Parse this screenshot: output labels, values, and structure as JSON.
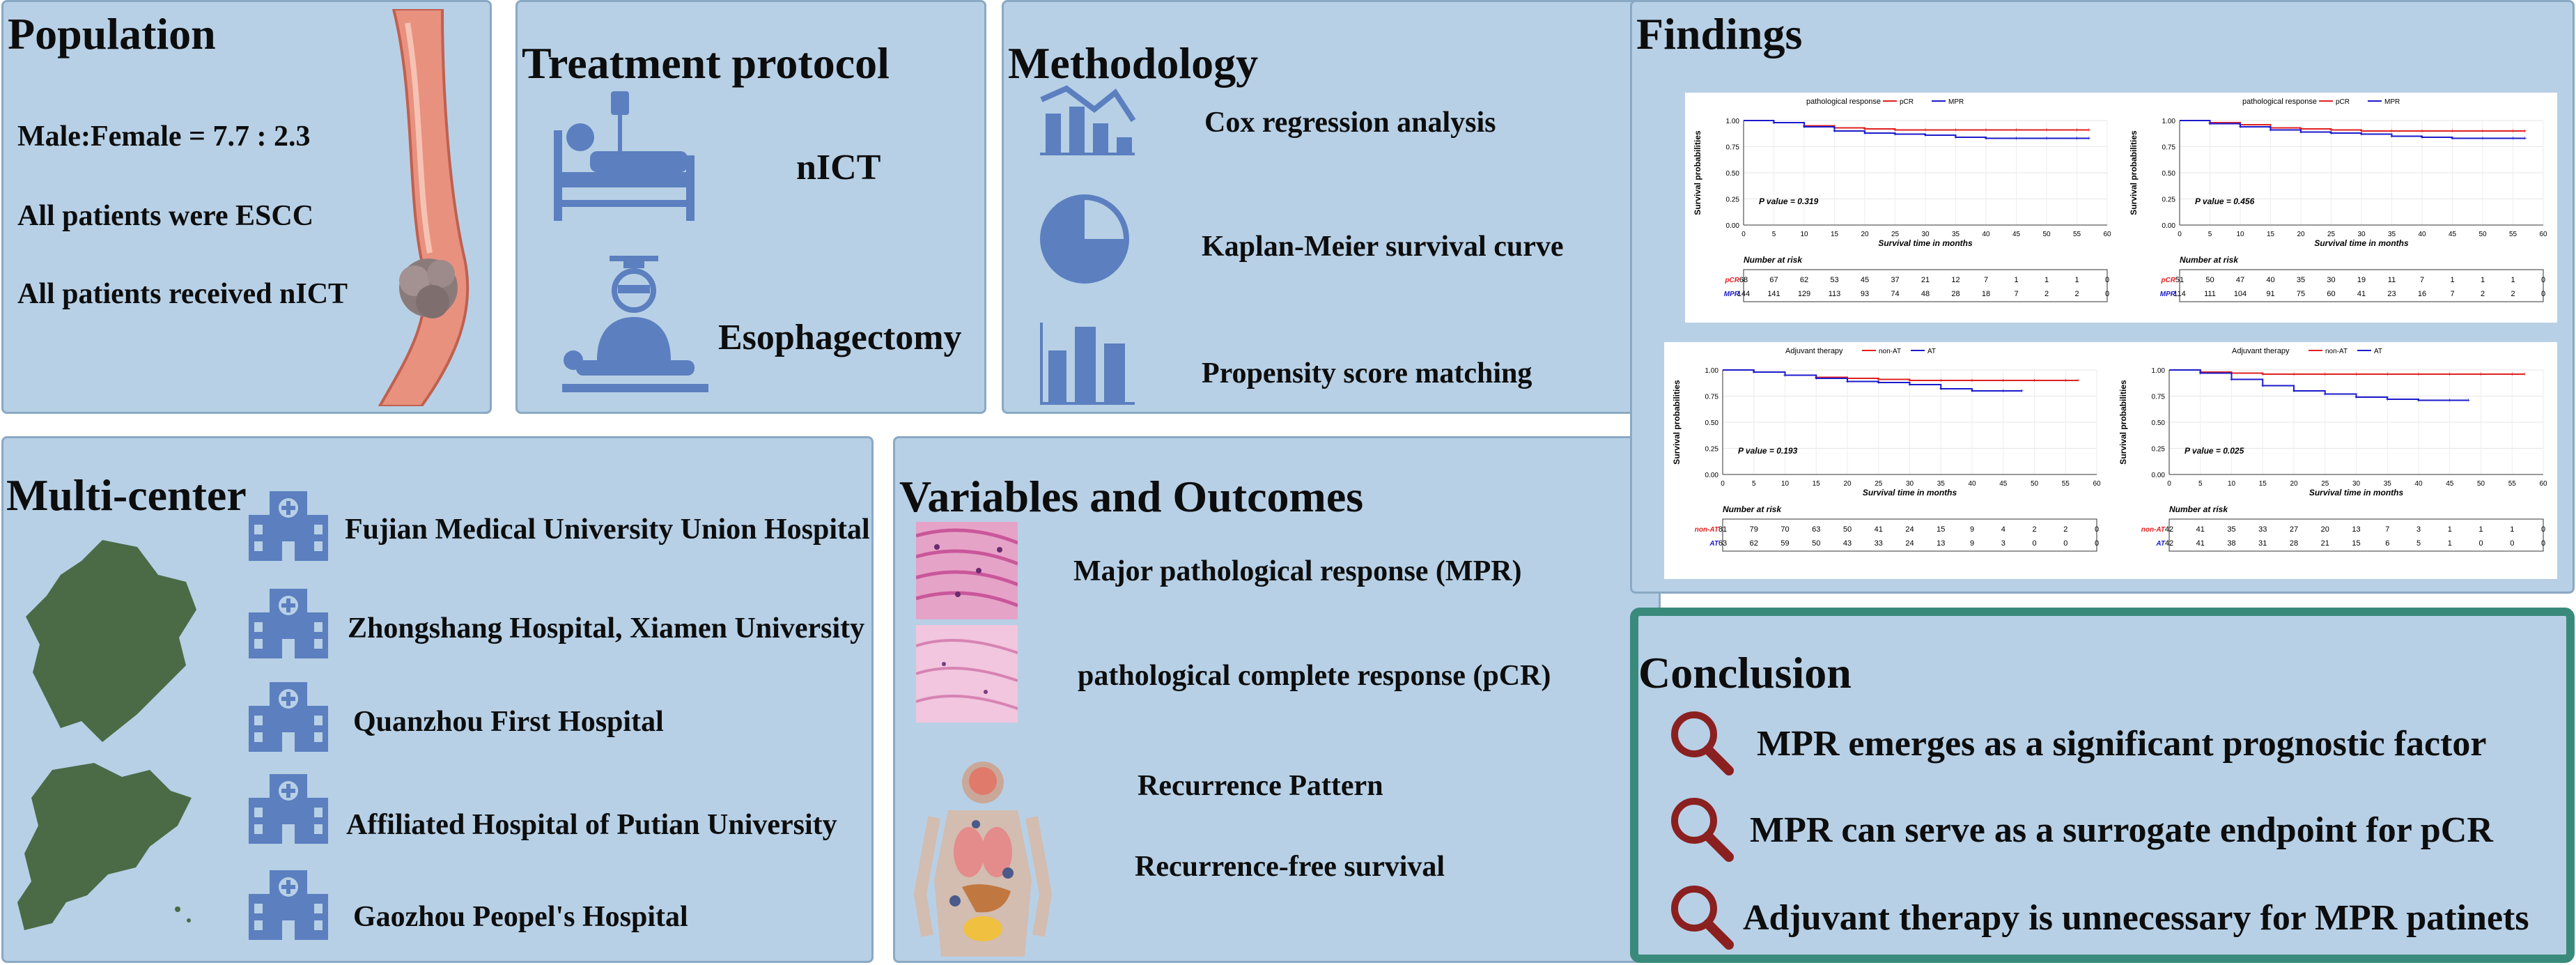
{
  "population": {
    "title": "Population",
    "ratio": "Male:Female = 7.7 : 2.3",
    "escc": "All patients were ESCC",
    "nict": "All patients received nICT"
  },
  "treatment": {
    "title": "Treatment protocol",
    "nict": "nICT",
    "surgery": "Esophagectomy"
  },
  "methodology": {
    "title": "Methodology",
    "items": [
      "Cox regression analysis",
      "Kaplan-Meier survival curve",
      "Propensity score matching"
    ]
  },
  "multicenter": {
    "title": "Multi-center",
    "hospitals": [
      "Fujian Medical University Union Hospital",
      "Zhongshang Hospital, Xiamen University",
      "Quanzhou First Hospital",
      "Affiliated Hospital of Putian University",
      "Gaozhou Peopel's Hospital"
    ]
  },
  "variables": {
    "title": "Variables and Outcomes",
    "items": [
      "Major pathological response (MPR)",
      "pathological complete response (pCR)",
      "Recurrence Pattern",
      "Recurrence-free survival"
    ]
  },
  "findings": {
    "title": "Findings"
  },
  "conclusion": {
    "title": "Conclusion",
    "items": [
      "MPR emerges as a significant prognostic factor",
      "MPR can serve as a surrogate endpoint for pCR",
      "Adjuvant therapy is unnecessary for MPR patinets"
    ]
  },
  "colors": {
    "panel": "#b7d0e6",
    "icon": "#5b7fbf",
    "map": "#4a6b46",
    "conclusion_border": "#3a8a7c",
    "series_red": "#e02020",
    "series_blue": "#1a1acc"
  },
  "chart_data": [
    {
      "type": "line",
      "legend_title": "pathological response",
      "series": [
        {
          "name": "pCR",
          "color": "#e02020",
          "x": [
            0,
            5,
            10,
            15,
            20,
            25,
            30,
            35,
            40,
            45,
            50,
            55,
            57
          ],
          "y": [
            1.0,
            0.98,
            0.95,
            0.93,
            0.92,
            0.91,
            0.91,
            0.91,
            0.91,
            0.91,
            0.91,
            0.91,
            0.91
          ]
        },
        {
          "name": "MPR",
          "color": "#1a1acc",
          "x": [
            0,
            5,
            10,
            15,
            20,
            25,
            30,
            35,
            40,
            45,
            50,
            55,
            57
          ],
          "y": [
            1.0,
            0.98,
            0.94,
            0.9,
            0.88,
            0.87,
            0.86,
            0.84,
            0.83,
            0.83,
            0.83,
            0.83,
            0.83
          ]
        }
      ],
      "xlabel": "Survival time in months",
      "ylabel": "Survival probabilities",
      "xticks": [
        "0",
        "5",
        "10",
        "15",
        "20",
        "25",
        "30",
        "35",
        "40",
        "45",
        "50",
        "55",
        "60"
      ],
      "yticks": [
        "0.00",
        "0.25",
        "0.50",
        "0.75",
        "1.00"
      ],
      "pvalue": "P value = 0.319",
      "risk_title": "Number at risk",
      "risk": [
        {
          "name": "pCR",
          "values": [
            "68",
            "67",
            "62",
            "53",
            "45",
            "37",
            "21",
            "12",
            "7",
            "1",
            "1",
            "1",
            "0"
          ]
        },
        {
          "name": "MPR",
          "values": [
            "144",
            "141",
            "129",
            "113",
            "93",
            "74",
            "48",
            "28",
            "18",
            "7",
            "2",
            "2",
            "0"
          ]
        }
      ]
    },
    {
      "type": "line",
      "legend_title": "pathological response",
      "series": [
        {
          "name": "pCR",
          "color": "#e02020",
          "x": [
            0,
            5,
            10,
            15,
            20,
            25,
            30,
            35,
            40,
            45,
            50,
            55,
            57
          ],
          "y": [
            1.0,
            0.98,
            0.96,
            0.93,
            0.92,
            0.91,
            0.9,
            0.9,
            0.9,
            0.9,
            0.9,
            0.9,
            0.9
          ]
        },
        {
          "name": "MPR",
          "color": "#1a1acc",
          "x": [
            0,
            5,
            10,
            15,
            20,
            25,
            30,
            35,
            40,
            45,
            50,
            55,
            57
          ],
          "y": [
            1.0,
            0.97,
            0.94,
            0.91,
            0.89,
            0.88,
            0.87,
            0.85,
            0.84,
            0.83,
            0.83,
            0.83,
            0.83
          ]
        }
      ],
      "xlabel": "Survival time in months",
      "ylabel": "Survival probabilities",
      "xticks": [
        "0",
        "5",
        "10",
        "15",
        "20",
        "25",
        "30",
        "35",
        "40",
        "45",
        "50",
        "55",
        "60"
      ],
      "yticks": [
        "0.00",
        "0.25",
        "0.50",
        "0.75",
        "1.00"
      ],
      "pvalue": "P value = 0.456",
      "risk_title": "Number at risk",
      "risk": [
        {
          "name": "pCR",
          "values": [
            "51",
            "50",
            "47",
            "40",
            "35",
            "30",
            "19",
            "11",
            "7",
            "1",
            "1",
            "1",
            "0"
          ]
        },
        {
          "name": "MPR",
          "values": [
            "114",
            "111",
            "104",
            "91",
            "75",
            "60",
            "41",
            "23",
            "16",
            "7",
            "2",
            "2",
            "0"
          ]
        }
      ]
    },
    {
      "type": "line",
      "legend_title": "Adjuvant therapy",
      "series": [
        {
          "name": "non-AT",
          "color": "#e02020",
          "x": [
            0,
            5,
            10,
            15,
            20,
            25,
            30,
            35,
            40,
            45,
            50,
            55,
            57
          ],
          "y": [
            1.0,
            0.98,
            0.95,
            0.93,
            0.92,
            0.91,
            0.9,
            0.9,
            0.9,
            0.9,
            0.9,
            0.9,
            0.9
          ]
        },
        {
          "name": "AT",
          "color": "#1a1acc",
          "x": [
            0,
            5,
            10,
            15,
            20,
            25,
            30,
            35,
            40,
            45,
            48
          ],
          "y": [
            1.0,
            0.98,
            0.95,
            0.92,
            0.89,
            0.88,
            0.86,
            0.82,
            0.8,
            0.8,
            0.8
          ]
        }
      ],
      "xlabel": "Survival time in months",
      "ylabel": "Survival probabilities",
      "xticks": [
        "0",
        "5",
        "10",
        "15",
        "20",
        "25",
        "30",
        "35",
        "40",
        "45",
        "50",
        "55",
        "60"
      ],
      "yticks": [
        "0.00",
        "0.25",
        "0.50",
        "0.75",
        "1.00"
      ],
      "pvalue": "P value = 0.193",
      "risk_title": "Number at risk",
      "risk": [
        {
          "name": "non-AT",
          "values": [
            "81",
            "79",
            "70",
            "63",
            "50",
            "41",
            "24",
            "15",
            "9",
            "4",
            "2",
            "2",
            "0"
          ]
        },
        {
          "name": "AT",
          "values": [
            "63",
            "62",
            "59",
            "50",
            "43",
            "33",
            "24",
            "13",
            "9",
            "3",
            "0",
            "0",
            "0"
          ]
        }
      ]
    },
    {
      "type": "line",
      "legend_title": "Adjuvant therapy",
      "series": [
        {
          "name": "non-AT",
          "color": "#e02020",
          "x": [
            0,
            5,
            10,
            15,
            20,
            25,
            30,
            35,
            40,
            45,
            50,
            55,
            57
          ],
          "y": [
            1.0,
            0.98,
            0.97,
            0.96,
            0.96,
            0.96,
            0.96,
            0.96,
            0.96,
            0.96,
            0.96,
            0.96,
            0.96
          ]
        },
        {
          "name": "AT",
          "color": "#1a1acc",
          "x": [
            0,
            5,
            10,
            15,
            20,
            25,
            30,
            35,
            40,
            45,
            48
          ],
          "y": [
            1.0,
            0.97,
            0.91,
            0.85,
            0.8,
            0.77,
            0.74,
            0.72,
            0.71,
            0.71,
            0.71
          ]
        }
      ],
      "xlabel": "Survival time in months",
      "ylabel": "Survival probabilities",
      "xticks": [
        "0",
        "5",
        "10",
        "15",
        "20",
        "25",
        "30",
        "35",
        "40",
        "45",
        "50",
        "55",
        "60"
      ],
      "yticks": [
        "0.00",
        "0.25",
        "0.50",
        "0.75",
        "1.00"
      ],
      "pvalue": "P value = 0.025",
      "risk_title": "Number at risk",
      "risk": [
        {
          "name": "non-AT",
          "values": [
            "42",
            "41",
            "35",
            "33",
            "27",
            "20",
            "13",
            "7",
            "3",
            "1",
            "1",
            "1",
            "0"
          ]
        },
        {
          "name": "AT",
          "values": [
            "42",
            "41",
            "38",
            "31",
            "28",
            "21",
            "15",
            "6",
            "5",
            "1",
            "0",
            "0",
            "0"
          ]
        }
      ]
    }
  ]
}
